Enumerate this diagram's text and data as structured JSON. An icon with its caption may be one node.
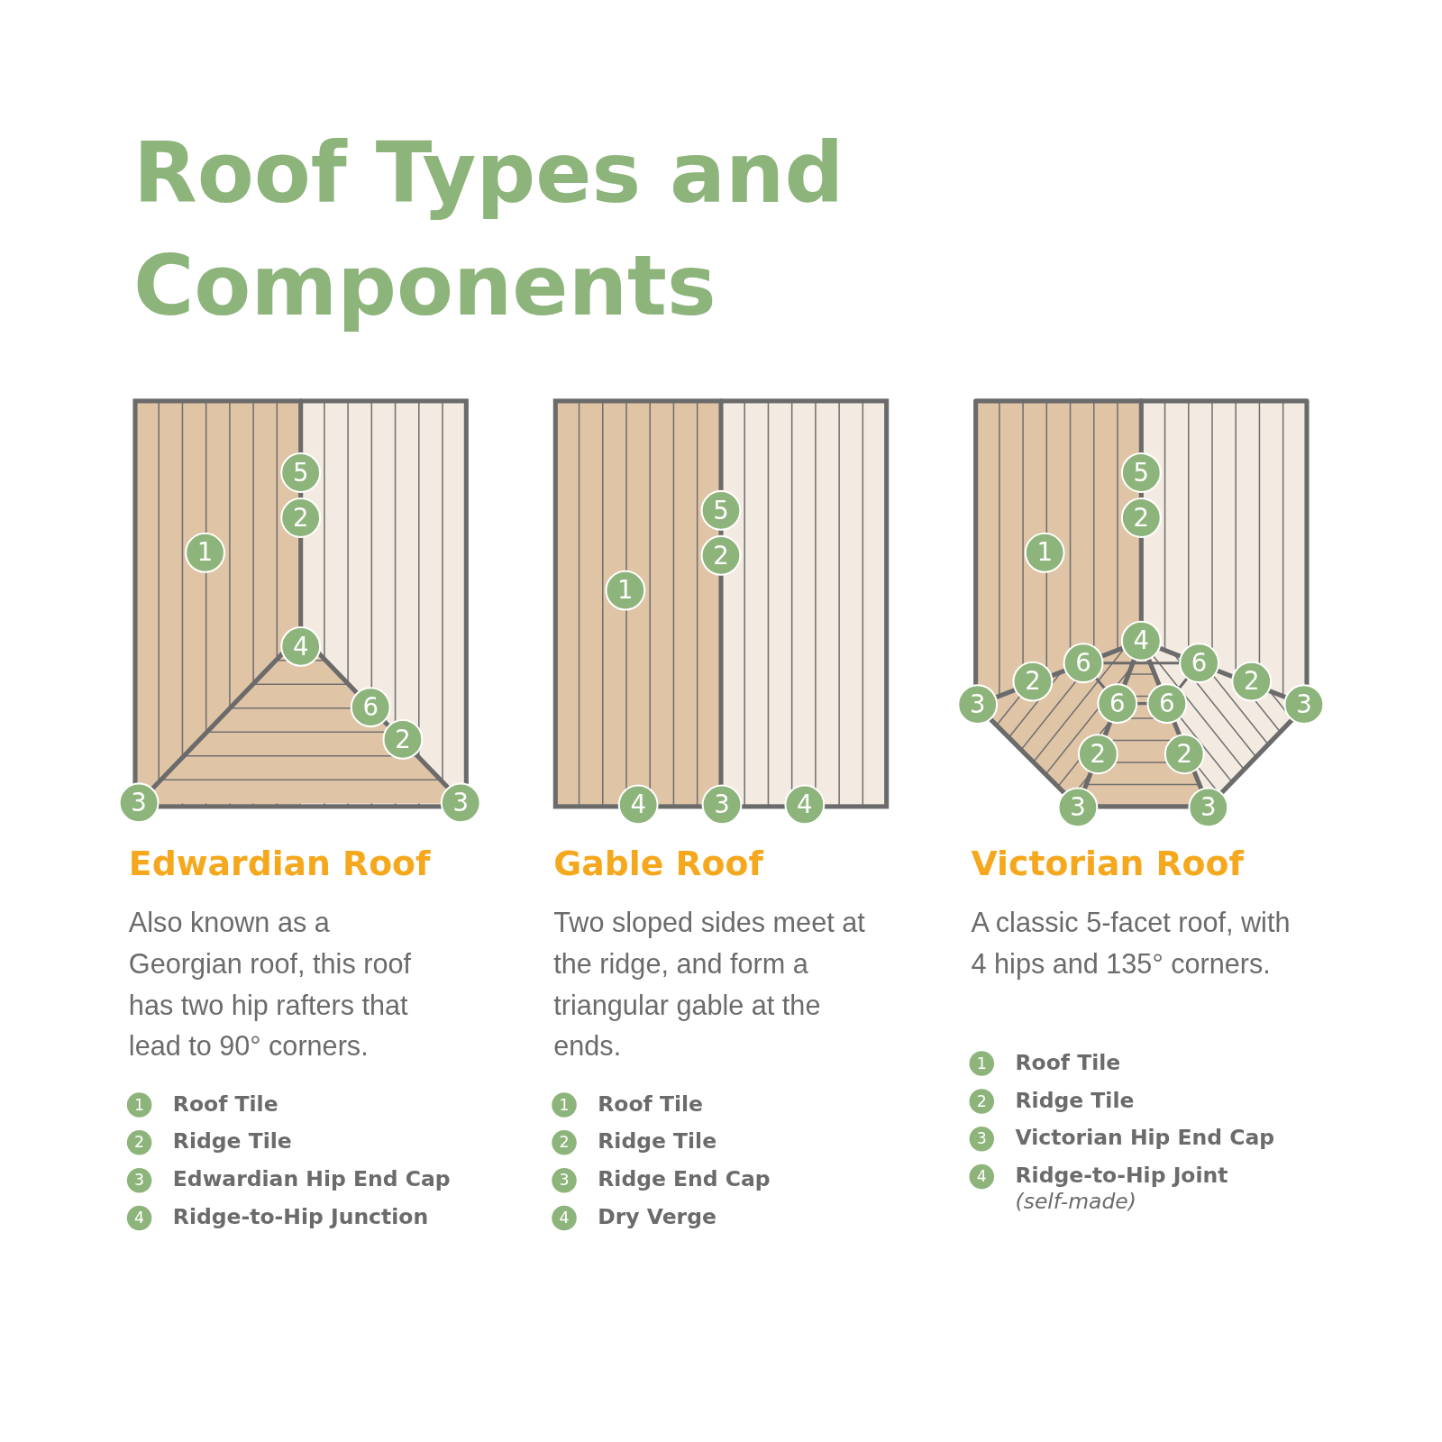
{
  "diagram": {
    "title": "Roof Types and Components",
    "labels": [
      "5",
      "2",
      "1",
      "4",
      "6",
      "2",
      "3",
      "3",
      "Edwardian Roof",
      "Also known as a Georgian roof, this roof has two hip rafters that lead to 90° corners.",
      "1",
      "Roof Tile",
      "2",
      "Ridge Tile",
      "3",
      "Edwardian Hip End Cap",
      "4",
      "Ridge-to-Hip Junction",
      "5",
      "2",
      "1",
      "4",
      "3",
      "4",
      "Gable Roof",
      "Two sloped sides meet at the ridge, and form a triangular gable at the ends.",
      "1",
      "Roof Tile",
      "2",
      "Ridge Tile",
      "3",
      "Ridge End Cap",
      "4",
      "Dry Verge",
      "5",
      "2",
      "1",
      "4",
      "6",
      "6",
      "2",
      "2",
      "3",
      "6",
      "6",
      "3",
      "2",
      "2",
      "3",
      "3",
      "Victorian Roof",
      "A classic 5-facet roof, with 4 hips and 135° corners.",
      "1",
      "Roof Tile",
      "2",
      "Ridge Tile",
      "3",
      "Victorian Hip End Cap",
      "4",
      "Ridge-to-Hip Joint *(self-made)*"
    ]
  }
}
